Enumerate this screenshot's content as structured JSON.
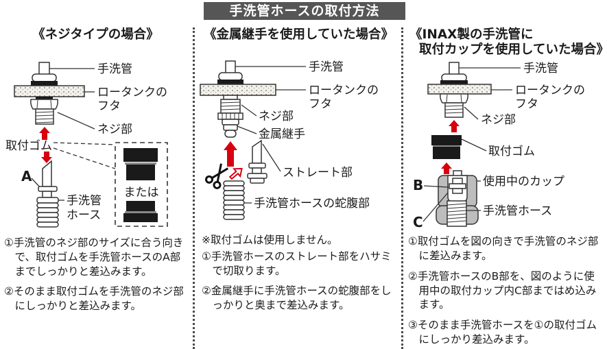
{
  "title": "手洗管ホースの取付方法",
  "colors": {
    "title_bar_bg": "#565656",
    "arrow_red": "#d7000f",
    "rubber_black": "#1a1a1a",
    "cup_gray": "#bdbdbd"
  },
  "columns": [
    {
      "header": "《ネジタイプの場合》",
      "diagram": {
        "pipe_label": "手洗管",
        "lid_label_1": "ロータンクの",
        "lid_label_2": "フタ",
        "screw_label": "ネジ部",
        "rubber_label": "取付ゴム",
        "point_a_label": "A",
        "hose_label_1": "手洗管",
        "hose_label_2": "ホース",
        "or_label": "または"
      },
      "steps": [
        "①手洗管のネジ部のサイズに合う向きで、取付ゴムを手洗管ホースのA部までしっかりと差込みます。",
        "②そのまま取付ゴムを手洗管のネジ部にしっかりと差込みます。"
      ]
    },
    {
      "header": "《金属継手を使用していた場合》",
      "diagram": {
        "pipe_label": "手洗管",
        "lid_label_1": "ロータンクの",
        "lid_label_2": "フタ",
        "screw_label": "ネジ部",
        "joint_label": "金属継手",
        "straight_label": "ストレート部",
        "bellows_label": "手洗管ホースの蛇腹部"
      },
      "note": "※取付ゴムは使用しません。",
      "steps": [
        "①手洗管ホースのストレート部をハサミで切取ります。",
        "②金属継手に手洗管ホースの蛇腹部をしっかりと奥まで差込みます。"
      ]
    },
    {
      "header": "《INAX製の手洗管に",
      "header_line2": "取付カップを使用していた場合》",
      "diagram": {
        "pipe_label": "手洗管",
        "lid_label_1": "ロータンクの",
        "lid_label_2": "フタ",
        "screw_label": "ネジ部",
        "rubber_label": "取付ゴム",
        "point_b_label": "B",
        "cup_label": "使用中のカップ",
        "hose_label": "手洗管ホース",
        "point_c_label": "C"
      },
      "steps": [
        "①取付ゴムを図の向きで手洗管のネジ部に差込みます。",
        "②手洗管ホースのB部を、図のように使用中の取付カップ内C部まではめ込みます。",
        "③そのまま手洗管ホースを①の取付ゴムにしっかり差込みます。"
      ]
    }
  ]
}
